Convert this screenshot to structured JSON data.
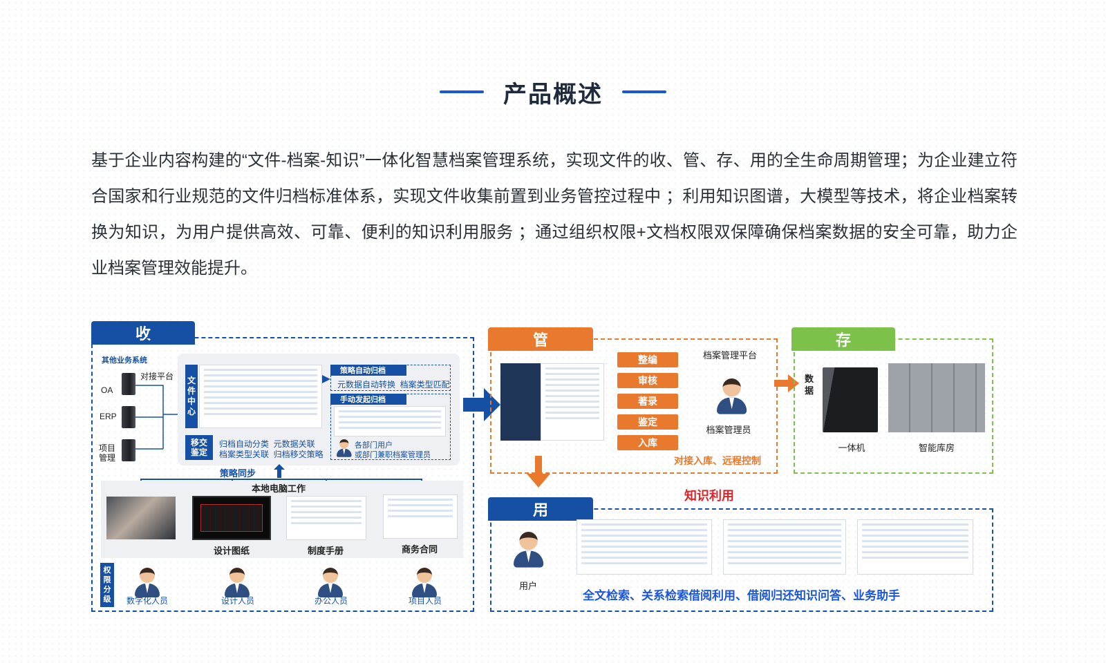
{
  "title": "产品概述",
  "description": "基于企业内容构建的“文件-档案-知识”一体化智慧档案管理系统，实现文件的收、管、存、用的全生命周期管理；为企业建立符合国家和行业规范的文件归档标准体系，实现文件收集前置到业务管控过程中 ；利用知识图谱，大模型等技术，将企业档案转换为知识，为用户提供高效、可靠、便利的知识利用服务 ；通过组织权限+文档权限双保障确保档案数据的安全可靠，助力企业档案管理效能提升。",
  "colors": {
    "accent": "#1a56db",
    "blue": "#1650a5",
    "orange": "#e8792d",
    "green": "#7cc24a"
  },
  "shou": {
    "tab": "收",
    "other_systems": "其他业务系统",
    "interface_platform": "对接平台",
    "sources": [
      "OA",
      "ERP",
      "项目\n管理"
    ],
    "file_center": "文\n件\n中\n心",
    "strategy_auto": "策略自动归档",
    "strategy_auto_items": "元数据自动转换  档案类型匹配",
    "manual_archive": "手动发起归档",
    "transfer": "移交\n鉴定",
    "transfer_items_1": "归档自动分类  元数据关联",
    "transfer_items_2": "档案类型关联  归档移交策略",
    "dept_users_1": "各部门用户",
    "dept_users_2": "或部门兼职档案管理员",
    "strategy_sync": "策略同步",
    "local_work": "本地电脑工作",
    "doc_labels": [
      "设计图纸",
      "制度手册",
      "商务合同"
    ],
    "permission": "权\n限\n分\n级",
    "roles": [
      "数字化人员",
      "设计人员",
      "办公人员",
      "项目人员"
    ]
  },
  "guan": {
    "tab": "管",
    "buttons": [
      "整编",
      "审核",
      "著录",
      "鉴定",
      "入库"
    ],
    "platform": "档案管理平台",
    "admin": "档案管理员",
    "caption": "对接入库、远程控制"
  },
  "cun": {
    "tab": "存",
    "data_label": "数\n据",
    "machine": "一体机",
    "storeroom": "智能库房"
  },
  "knowledge_use": "知识利用",
  "yong": {
    "tab": "用",
    "user": "用户",
    "caption": "全文检索、关系检索借阅利用、借阅归还知识问答、业务助手"
  }
}
